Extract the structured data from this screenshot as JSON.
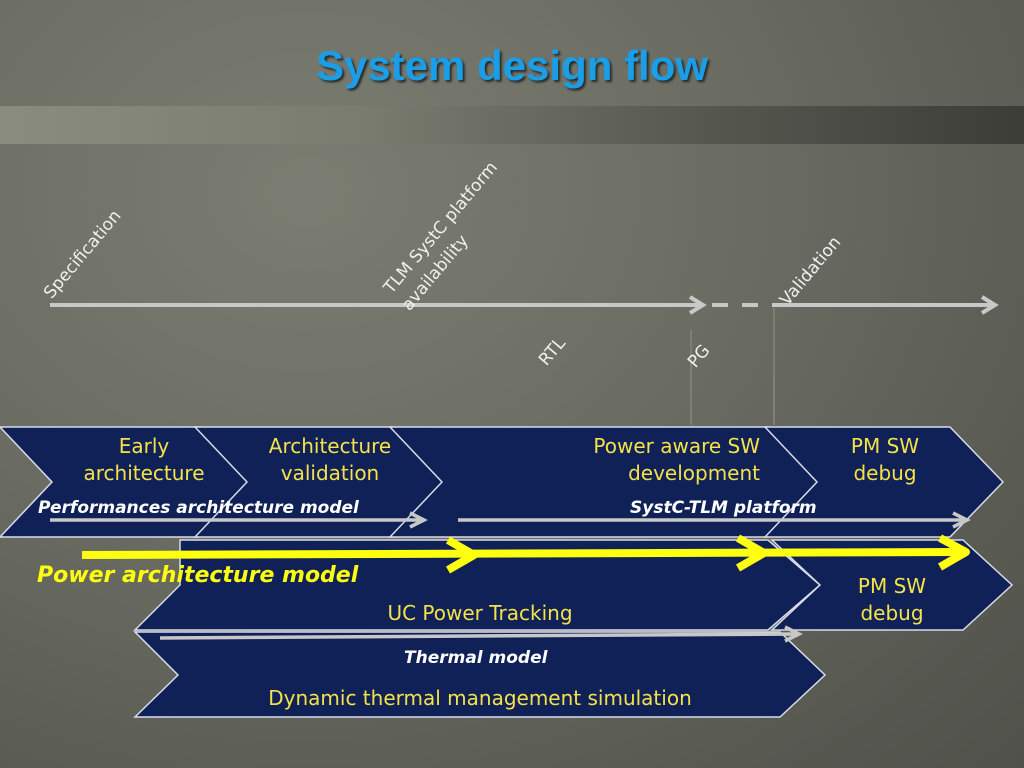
{
  "title": "System design flow",
  "timeline": {
    "milestones_above": [
      "Specification",
      "TLM SystC platform",
      "availability",
      "Validation"
    ],
    "milestones_below": [
      "RTL",
      "PG"
    ]
  },
  "row1": {
    "stages": [
      {
        "line1": "Early",
        "line2": "architecture"
      },
      {
        "line1": "Architecture",
        "line2": "validation"
      },
      {
        "line1": "Power aware SW",
        "line2": "development"
      },
      {
        "line1": "PM SW",
        "line2": "debug"
      }
    ],
    "model_left": "Performances architecture model",
    "model_right": "SystC-TLM platform"
  },
  "row2": {
    "model": "Power architecture model",
    "stage": "UC Power Tracking",
    "debug_line1": "PM SW",
    "debug_line2": "debug"
  },
  "row3": {
    "model": "Thermal model",
    "stage": "Dynamic thermal management simulation"
  },
  "colors": {
    "title": "#1a9ee8",
    "chevron_fill": "#0f2156",
    "chevron_stroke": "#d8dce8",
    "stage_text": "#f5e24a",
    "power_arrow": "#ffff10",
    "timeline": "#c8c8c8"
  }
}
